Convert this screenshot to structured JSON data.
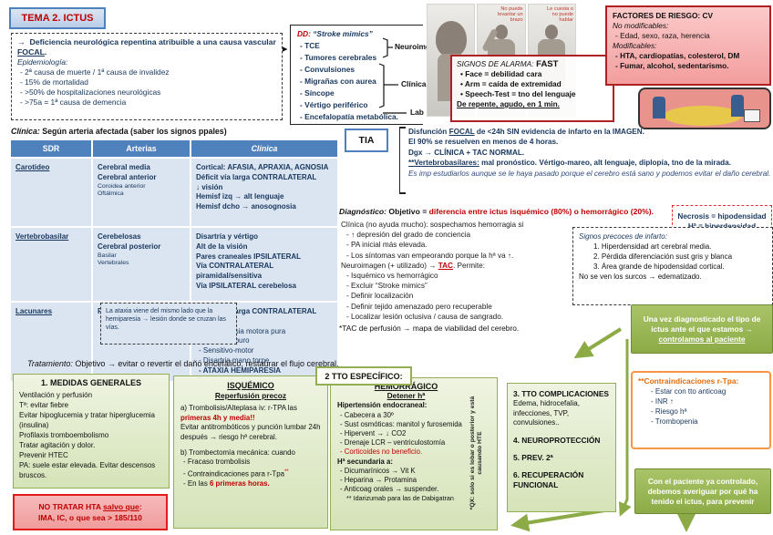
{
  "title": "TEMA 2. ICTUS",
  "definition": {
    "arrow": "→",
    "text_pre": "Deficiencia neurológica repentina atribuible a una causa vascular ",
    "text_focal": "FOCAL",
    "text_post": ".",
    "epi_label": "Epidemiología:",
    "items": [
      "2ª causa de muerte / 1ª causa de invalidez",
      "15% de mortalidad",
      ">50% de hospitalizaciones neurológicas",
      ">75a = 1ª causa de demencia"
    ]
  },
  "dd": {
    "label": "DD:",
    "title": "“Stroke mimics”",
    "items": [
      "TCE",
      "Tumores cerebrales",
      "Convulsiones",
      "Migrañas con aurea",
      "Síncope",
      "Vértigo periférico",
      "Encefalopatía metabólica."
    ],
    "groups": [
      "Neuroimg",
      "Clínica",
      "Lab"
    ]
  },
  "photos": {
    "caption_arm": "No puede levantar un brazo",
    "caption_speech": "Le cuesta o no puede hablar"
  },
  "fast": {
    "title_italic": "SIGNOS DE ALARMA:",
    "title_bold": " FAST",
    "items": [
      "Face = debilidad cara",
      "Arm = caída de extremidad",
      "Speech-Test = tno del lenguaje"
    ],
    "footer": "De repente, agudo, en 1 min."
  },
  "risk": {
    "title": "FACTORES DE RIESGO: CV",
    "nonmod_label": "No modificables:",
    "nonmod_items": [
      "Edad, sexo, raza, herencia"
    ],
    "mod_label": "Modificables:",
    "mod_items": [
      "HTA, cardiopatías, colesterol, DM",
      "Fumar, alcohol, sedentarismo."
    ]
  },
  "clinica_table": {
    "intro_italic": "Clínica:",
    "intro_rest": " Según arteria afectada (saber los signos ppales)",
    "headers": [
      "SDR",
      "Arterias",
      "Clínica"
    ],
    "rows": [
      {
        "sdr": "Carotideo",
        "arterias_main": [
          "Cerebral media",
          "Cerebral anterior"
        ],
        "arterias_small": [
          "Coroidea anterior",
          "Oftálmica"
        ],
        "clinica": [
          "Cortical: AFASIA, APRAXIA, AGNOSIA",
          "Déficit vía larga CONTRALATERAL",
          "↓ visión",
          "Hemisf izq → alt lenguaje",
          "Hemisf dcho → anosognosia"
        ]
      },
      {
        "sdr": "Vertebrobasilar",
        "arterias_main": [
          "Cerebelosas",
          "Cerebral posterior"
        ],
        "arterias_small": [
          "Basilar",
          "Vertebrales"
        ],
        "clinica": [
          "Disartría y vértigo",
          "Alt de la visión",
          "Pares craneales IPSILATERAL",
          "Vía CONTRALATERAL piramidal/sensitiva",
          "Vía IPSILATERAL cerebelosa"
        ]
      },
      {
        "sdr": "Lacunares",
        "arterias_main": [
          "Perforantes"
        ],
        "clinica_title": "Déficit vía larga CONTRALATERAL aislado:",
        "clinica": [
          "Hemiparesia motora pura",
          "Sensitivo puro",
          "Sensitivo-motor",
          "Disartria mano torpe",
          "ATAXIA HEMIPARESIA"
        ]
      }
    ],
    "ataxia_note": "La ataxia viene del mismo lado que la hemiparesia → lesión donde se cruzan las vías."
  },
  "tia": {
    "label": "TIA",
    "l1_pre": "Disfunción ",
    "l1_focal": "FOCAL",
    "l1_post": " de <24h SIN evidencia de infarto en la IMAGEN.",
    "l2": "El 90% se resuelven en menos de 4 horas.",
    "l3": "Dgx → CLÍNICA + TAC NORMAL.",
    "l4_u": "**Vertebrobasilares:",
    "l4_rest": " mal pronóstico. Vértigo-mareo, alt lenguaje, diplopía, tno de la mirada.",
    "l5": "Es imp estudiarlos aunque se le haya pasado porque el cerebro está sano y podemos evitar el daño cerebral."
  },
  "necrosis_note": {
    "l1": "Necrosis = hipodensidad",
    "l2": "Hª = hiperdensidad"
  },
  "diagnostico": {
    "head_italic": "Diagnóstico:",
    "head_mid": " Objetivo = ",
    "head_red": "diferencia entre ictus isquémico (80%) o hemorrágico (20%).",
    "clinica_line": "Clínica (no ayuda mucho): sospechamos hemorragia si",
    "clinica_items": [
      "↑ depresión del grado de conciencia",
      "PA inicial más elevada.",
      "Los síntomas van empeorando porque la hª va ↑."
    ],
    "neuro_pre": "Neuroimagen (+ utilizado) → ",
    "neuro_tac": "TAC",
    "neuro_post": ". Permite:",
    "neuro_items": [
      "Isquémico vs hemorrágico",
      "Excluir “Stroke mimics”",
      "Definir localización",
      "Definir tejido amenazado pero recuperable",
      "Localizar lesión oclusiva / causa de sangrado."
    ],
    "tac_note": "*TAC de perfusión → mapa de viabilidad del cerebro."
  },
  "signos": {
    "title": "Signos precoces de infarto:",
    "items": [
      "1.   Hiperdensidad art cerebral media.",
      "2.   Pérdida diferenciación sust gris y blanca",
      "3.   Área grande de hipodensidad cortical."
    ],
    "footer": "No se ven los surcos → edematizado."
  },
  "note_control": {
    "pre": "Una vez diagnosticado el tipo de ictus ante el que estamos → ",
    "underlined": "controlamos al paciente"
  },
  "tratamiento": {
    "head_italic": "Tratamiento:",
    "head_rest": " Objetivo → evitar o revertir el daño encefálico, restaurar el flujo cerebral."
  },
  "medidas": {
    "title": "1. MEDIDAS GENERALES",
    "items": [
      "Ventilación y perfusión",
      "Tª: evitar fiebre",
      "Evitar hipoglucemia y tratar hiperglucemia (insulina)",
      "Profilaxis tromboembolismo",
      "Tratar agitación y dolor.",
      "Prevenir HTEC",
      "PA: suele estar elevada. Evitar descensos bruscos."
    ]
  },
  "no_tratar": {
    "pre": "NO TRATAR HTA ",
    "underlined": "salvo que",
    "colon": ":",
    "line2": "IMA, IC, o que sea > 185/110"
  },
  "tto_especifico_label": "2 TTO ESPECÍFICO:",
  "isquemico": {
    "title": "ISQUÉMICO",
    "subtitle": "Reperfusión precoz",
    "a_pre": "a) Trombolisis/Alteplasa iv: r-TPA las ",
    "a_red": "primeras 4h y media!!",
    "a_note": "Evitar antitrombóticos y punción lumbar 24h después → riesgo hª cerebral.",
    "b_head": "b) Trombectomía mecánica: cuando",
    "b_item_0": "Fracaso trombolisis",
    "b_item_1_pre": "Contraindicaciones para r-Tpa",
    "b_item_1_sup": "**",
    "b_item_2_pre": "En las ",
    "b_item_2_red": "6 primeras horas."
  },
  "hemorragico": {
    "title": "HEMORRÁGICO",
    "subtitle": "Detener hª",
    "s1": "Hipertensión endocraneal:",
    "s1_items": [
      "Cabecera a 30º",
      "Sust osmóticas: manitol y furosemida",
      "Hipervent → ↓ CO2",
      "Drenaje LCR – ventriculostomía"
    ],
    "s1_red": "Corticoides no beneficio.",
    "s2": "Hª secundaria a:",
    "s2_items": [
      "Dicumarínicos → Vit K",
      "Heparina → Protamina",
      "Anticoag orales → suspender."
    ],
    "footnote": "** Idarizumab para las de Dabigatran",
    "vertical_note": "*QX: solo si es lobar o posterior y está causando HTE"
  },
  "complicaciones": {
    "t3": "3. TTO COMPLICACIONES",
    "t3_body": "Edema, hidrocefalia, infecciones, TVP, convulsiones..",
    "t4": "4. NEUROPROTECCIÓN",
    "t5": "5. PREV. 2ª",
    "t6": "6. RECUPERACIÓN FUNCIONAL"
  },
  "contraindicaciones": {
    "title": "**Contraindicaciones r-Tpa:",
    "items": [
      "Estar con tto anticoag",
      "INR ↑",
      "Riesgo hª",
      "Trombopenia"
    ]
  },
  "note_prevencion": "Con el paciente ya controlado, debemos averiguar por qué ha tenido el ictus, para prevenir",
  "colors": {
    "accent_blue": "#4f81bd",
    "alert_red": "#c00000",
    "green": "#9bbb59",
    "orange": "#f79646",
    "navy": "#17365d"
  }
}
